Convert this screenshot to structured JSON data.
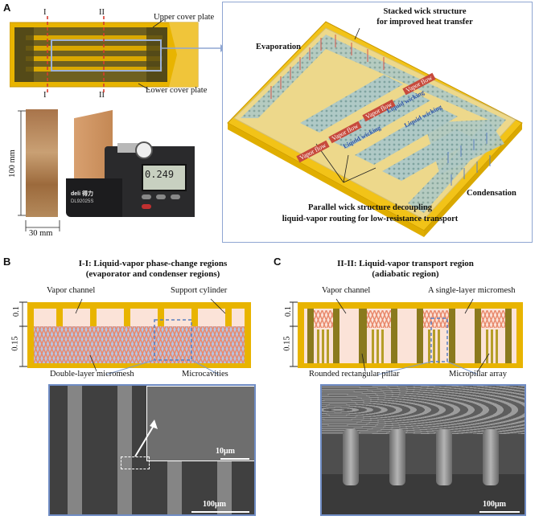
{
  "panel_a": {
    "letter": "A",
    "section_marks": [
      "I",
      "II",
      "I",
      "II"
    ],
    "upper_cover": "Upper cover plate",
    "lower_cover": "Lower cover plate",
    "dim_height": "100 mm",
    "dim_width": "30 mm",
    "caliper_brand": "deli 得力",
    "caliper_model": "DL92025S",
    "caliper_reading": "0.249",
    "stacked_wick": [
      "Stacked wick structure",
      "for improved heat transfer"
    ],
    "evaporation": "Evaporation",
    "condensation": "Condensation",
    "vapor_flow": "Vapor flow",
    "liquid_wicking": "Liquid wicking",
    "parallel_wick": [
      "Parallel wick structure decoupling",
      "liquid-vapor routing for low-resistance transport"
    ]
  },
  "panel_b": {
    "letter": "B",
    "title": [
      "I-I:  Liquid-vapor phase-change regions",
      "(evaporator and condenser regions)"
    ],
    "vapor_channel": "Vapor channel",
    "support_cylinder": "Support  cylinder",
    "dim_top": "0.1",
    "dim_bottom": "0.15",
    "double_mesh": "Double-layer micromesh",
    "microcavities": "Microcavities",
    "scale_small": "10μm",
    "scale_large": "100μm"
  },
  "panel_c": {
    "letter": "C",
    "title": [
      "II-II:  Liquid-vapor transport region",
      "(adiabatic region)"
    ],
    "vapor_channel": "Vapor channel",
    "single_mesh": "A single-layer micromesh",
    "dim_top": "0.1",
    "dim_bottom": "0.15",
    "rounded_pillar": "Rounded rectangular pillar",
    "micropillar": "Micropillar array",
    "scale": "100μm"
  },
  "colors": {
    "plate_gold": "#E8B400",
    "plate_edge": "#C79600",
    "mesh_orange": "#E8876A",
    "vapor_cream": "#FBE3D8",
    "wick_bg": "#B9C4E0",
    "pillar_olive": "#8A7A1E",
    "accent_blue": "#5B7FC0",
    "section_red": "#D83A2E"
  }
}
